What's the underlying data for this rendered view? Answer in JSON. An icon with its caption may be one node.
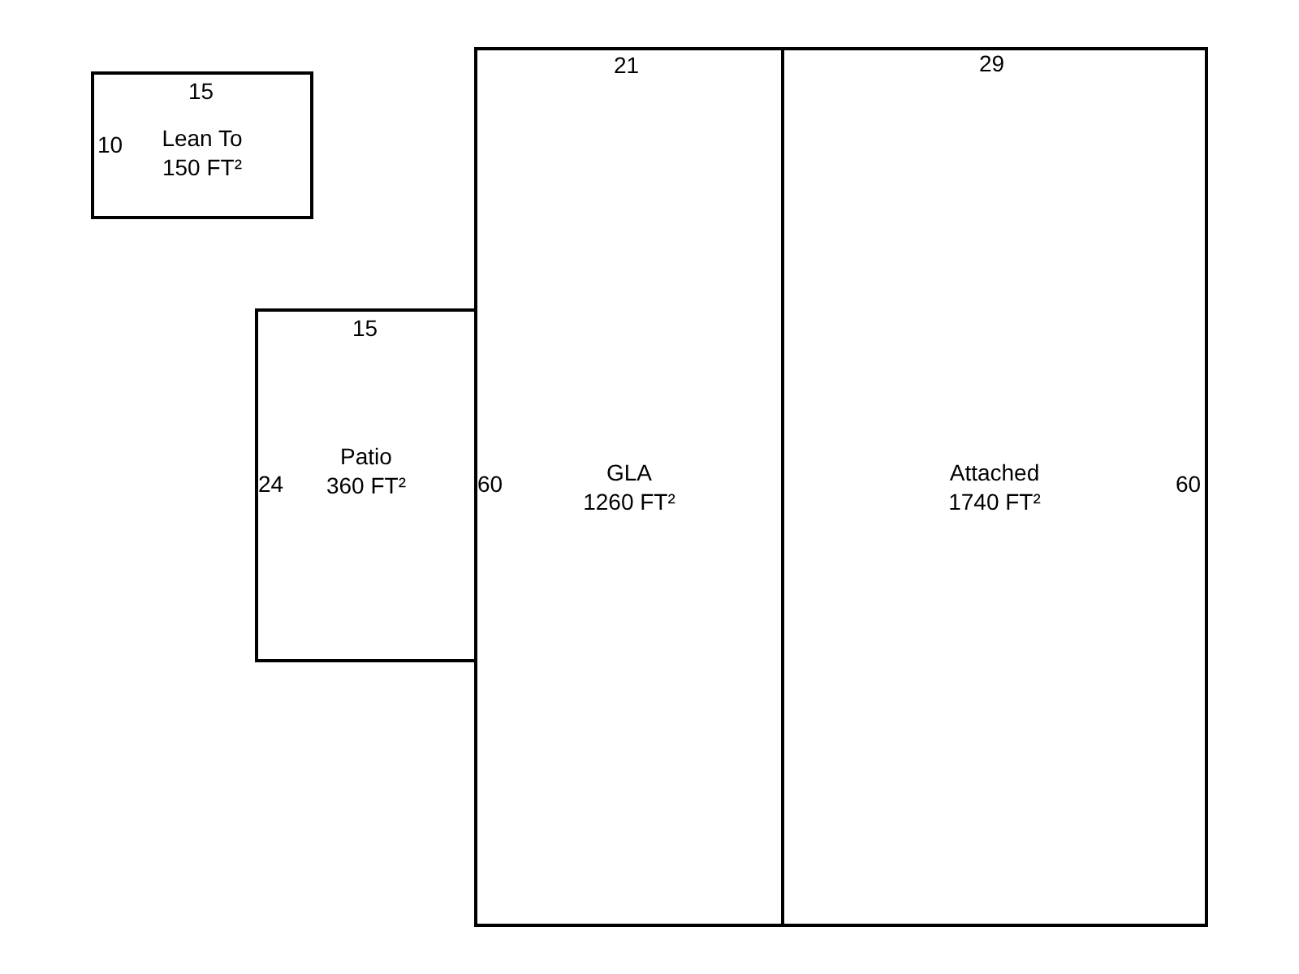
{
  "diagram": {
    "nodes": [
      {
        "text": [
          "Lean To",
          "150 FT²"
        ]
      },
      {
        "text": [
          "Patio",
          "360 FT²"
        ]
      },
      {
        "text": [
          "GLA",
          "1260 FT²"
        ]
      },
      {
        "text": [
          "Attached",
          "1740 FT²"
        ]
      }
    ],
    "labels": [
      "15",
      "10",
      "21",
      "29",
      "15",
      "24",
      "60",
      "60"
    ]
  }
}
